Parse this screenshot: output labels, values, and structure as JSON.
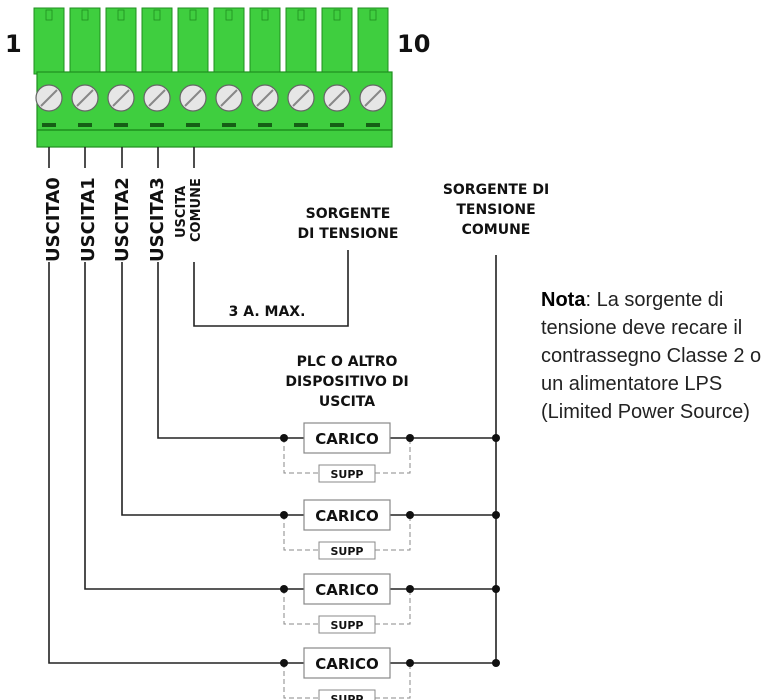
{
  "terminal": {
    "pin_first": "1",
    "pin_last": "10",
    "pin_count": 10,
    "color": "#3fce3f",
    "color_dark": "#1f8f1f"
  },
  "outputs": [
    {
      "label": "USCITA0"
    },
    {
      "label": "USCITA1"
    },
    {
      "label": "USCITA2"
    },
    {
      "label": "USCITA3"
    }
  ],
  "common": {
    "line1": "USCITA",
    "line2": "COMUNE"
  },
  "source": {
    "line1": "SORGENTE",
    "line2": "DI TENSIONE",
    "current": "3 A. MAX."
  },
  "common_source": {
    "line1": "SORGENTE DI",
    "line2": "TENSIONE",
    "line3": "COMUNE"
  },
  "plc": {
    "line1": "PLC O ALTRO",
    "line2": "DISPOSITIVO DI",
    "line3": "USCITA"
  },
  "loads": [
    {
      "label": "CARICO",
      "supp": "SUPP"
    },
    {
      "label": "CARICO",
      "supp": "SUPP"
    },
    {
      "label": "CARICO",
      "supp": "SUPP"
    },
    {
      "label": "CARICO",
      "supp": "SUPP"
    }
  ],
  "note": {
    "title": "Nota",
    "text": ": La sorgente di tensione deve recare il contrassegno Classe 2 o un alimentatore LPS (Limited Power Source)"
  }
}
